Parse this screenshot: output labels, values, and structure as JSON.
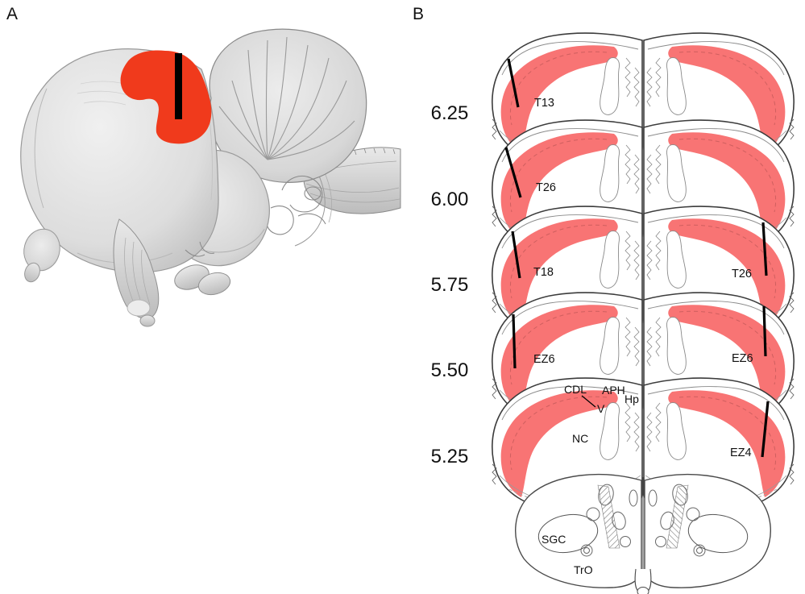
{
  "figure": {
    "background": "#ffffff"
  },
  "colors": {
    "panel_a_highlight": "#f03a1c",
    "panel_b_highlight": "#f87474",
    "band_dash": "#cf5f5f",
    "track": "#000000",
    "outline_dark": "#3c3c3c",
    "outline_light": "#8a8a8a"
  },
  "panel_a": {
    "label": "A"
  },
  "panel_b": {
    "label": "B",
    "sections": [
      {
        "level": "6.25",
        "left_label": "T13",
        "left_track": true,
        "right_track": false
      },
      {
        "level": "6.00",
        "left_label": "T26",
        "left_track": true,
        "right_track": false
      },
      {
        "level": "5.75",
        "left_label": "T18",
        "right_label": "T26",
        "left_track": true,
        "right_track": true
      },
      {
        "level": "5.50",
        "left_label": "EZ6",
        "right_label": "EZ6",
        "left_track": true,
        "right_track": true
      },
      {
        "level": "5.25",
        "right_label": "EZ4",
        "left_track": false,
        "right_track": true
      }
    ],
    "anatomy": {
      "cdl": "CDL",
      "aph": "APH",
      "hp": "Hp",
      "v": "V",
      "nc": "NC",
      "sgc": "SGC",
      "tro": "TrO"
    }
  }
}
